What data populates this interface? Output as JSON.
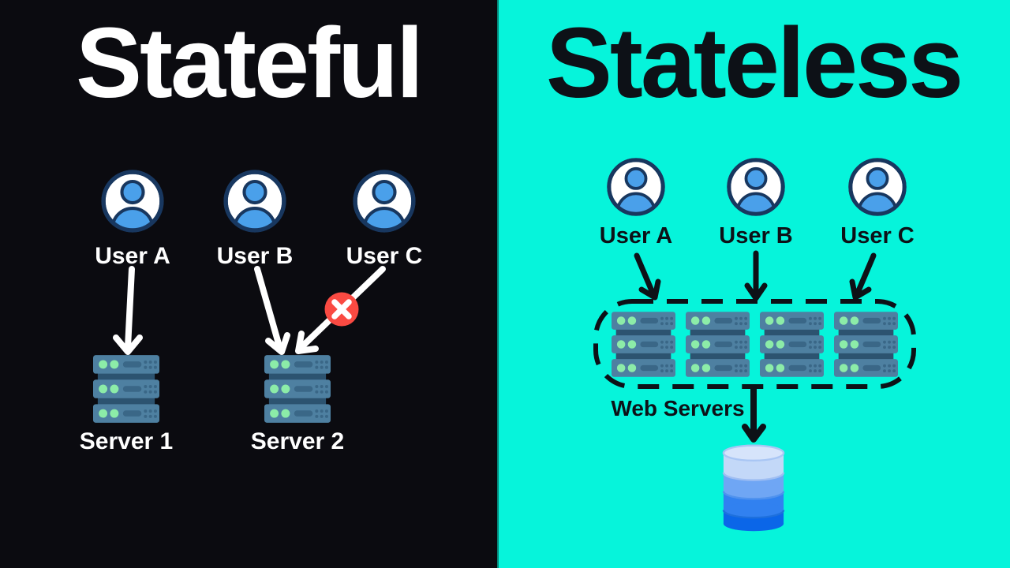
{
  "left": {
    "title": "Stateful",
    "background_color": "#0b0b10",
    "text_color": "#ffffff",
    "arrow_color": "#ffffff",
    "users": [
      {
        "label": "User A",
        "icon": "user-icon"
      },
      {
        "label": "User B",
        "icon": "user-icon"
      },
      {
        "label": "User C",
        "icon": "user-icon"
      }
    ],
    "servers": [
      {
        "label": "Server 1",
        "icon": "server-stack-icon"
      },
      {
        "label": "Server 2",
        "icon": "server-stack-icon"
      }
    ],
    "connections": [
      {
        "from": "User A",
        "to": "Server 1",
        "status": "ok"
      },
      {
        "from": "User B",
        "to": "Server 2",
        "status": "ok"
      },
      {
        "from": "User C",
        "to": "Server 2",
        "status": "blocked",
        "badge": "x-badge-icon",
        "badge_color": "#fa4a42"
      }
    ]
  },
  "right": {
    "title": "Stateless",
    "background_color": "#06f4db",
    "text_color": "#0d1117",
    "arrow_color": "#0d1117",
    "users": [
      {
        "label": "User A",
        "icon": "user-icon"
      },
      {
        "label": "User B",
        "icon": "user-icon"
      },
      {
        "label": "User C",
        "icon": "user-icon"
      }
    ],
    "cluster": {
      "label": "Web Servers",
      "icon": "server-stack-icon",
      "server_count": 4,
      "border_style": "black dashed rounded"
    },
    "database": {
      "icon": "database-icon"
    },
    "connections": [
      {
        "from": "User A",
        "to": "Web Servers"
      },
      {
        "from": "User B",
        "to": "Web Servers"
      },
      {
        "from": "User C",
        "to": "Web Servers"
      },
      {
        "from": "Web Servers",
        "to": "Database"
      }
    ]
  },
  "icon_colors": {
    "user_fill": "#4aa0ea",
    "user_outline": "#18375f",
    "user_background": "#ffffff",
    "server_body": "#4e80a1",
    "server_divider": "#2c5370",
    "server_led": "#8ceca8",
    "server_slot": "#3a6787",
    "x_badge": "#fa4a42",
    "database_bands": [
      "#d6e4fb",
      "#c3d8f8",
      "#6fa6f4",
      "#3181f0",
      "#0b66e8"
    ]
  }
}
